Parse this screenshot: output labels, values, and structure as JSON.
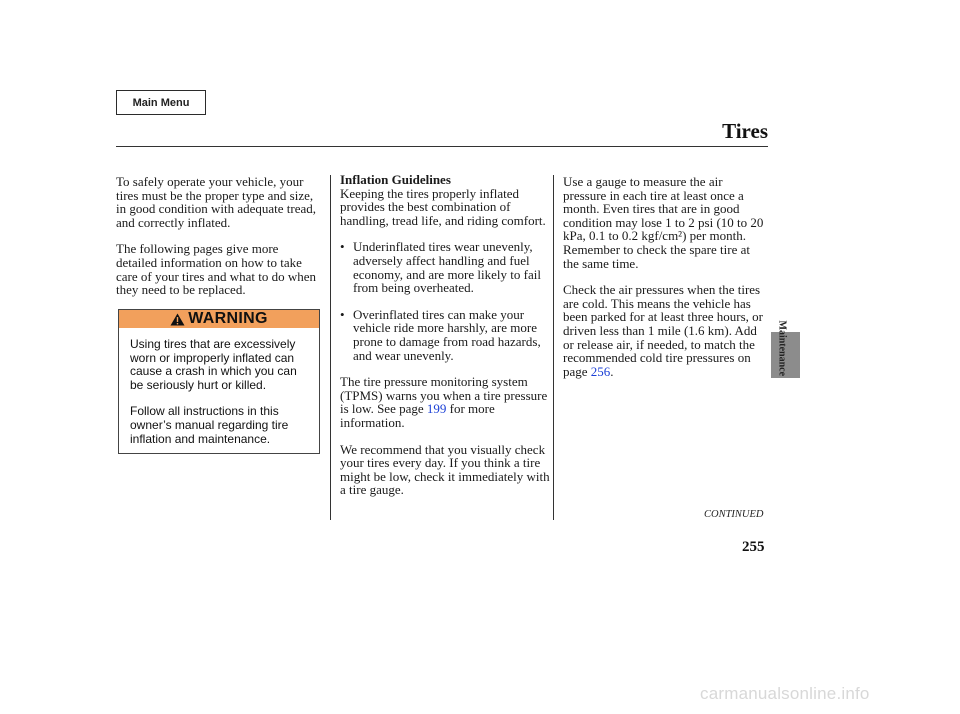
{
  "nav": {
    "main_menu": "Main Menu"
  },
  "header": {
    "title": "Tires"
  },
  "col1": {
    "p1": "To safely operate your vehicle, your tires must be the proper type and size, in good condition with adequate tread, and correctly inflated.",
    "p2": "The following pages give more detailed information on how to take care of your tires and what to do when they need to be replaced."
  },
  "warning": {
    "label": "WARNING",
    "p1": "Using tires that are excessively worn or improperly inflated can cause a crash in which you can be seriously hurt or killed.",
    "p2": "Follow all instructions in this owner’s manual regarding tire inflation and maintenance."
  },
  "col2": {
    "heading": "Inflation Guidelines",
    "p1": "Keeping the tires properly inflated provides the best combination of handling, tread life, and riding comfort.",
    "bullets": [
      "Underinflated tires wear unevenly, adversely affect handling and fuel economy, and are more likely to fail from being overheated.",
      "Overinflated tires can make your vehicle ride more harshly, are more prone to damage from road hazards, and wear unevenly."
    ],
    "bullet_mark": "•",
    "p2_before": "The tire pressure monitoring system (TPMS) warns you when a tire pressure is low. See page",
    "p2_link": "199",
    "p2_after": "for more information.",
    "p3": "We recommend that you visually check your tires every day. If you think a tire might be low, check it immediately with a tire gauge."
  },
  "col3": {
    "p1": "Use a gauge to measure the air pressure in each tire at least once a month. Even tires that are in good condition may lose 1 to 2 psi (10 to 20 kPa, 0.1 to 0.2 kgf/cm²) per month. Remember to check the spare tire at the same time.",
    "p2_before": "Check the air pressures when the tires are cold. This means the vehicle has been parked for at least three hours, or driven less than 1 mile (1.6 km). Add or release air, if needed, to match the recommended cold tire pressures on page",
    "p2_link": "256",
    "p2_after": "."
  },
  "side_tab": {
    "label": "Maintenance"
  },
  "continued": "CONTINUED",
  "page_number": "255",
  "footer": "carmanualsonline.info",
  "colors": {
    "warning_bg": "#f2a05c",
    "link": "#1a3fd6",
    "side_tab": "#8c8c8c"
  }
}
